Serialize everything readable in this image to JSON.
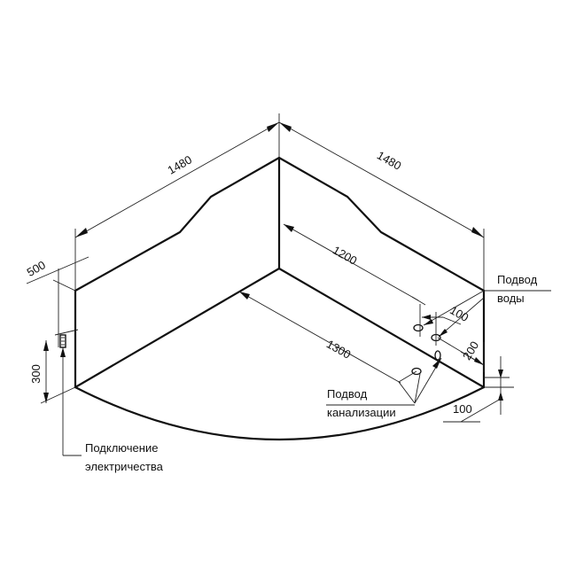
{
  "dimensions": {
    "top_left": "1480",
    "top_right": "1480",
    "height_total": "500",
    "height_lower": "300",
    "inner_right": "1200",
    "inner_left": "1300",
    "water_offset": "100",
    "drain_offset": "200",
    "bottom_offset": "100"
  },
  "labels": {
    "water_line1": "Подвод",
    "water_line2": "воды",
    "drain_line1": "Подвод",
    "drain_line2": "канализации",
    "electric_line1": "Подключение",
    "electric_line2": "электричества"
  }
}
